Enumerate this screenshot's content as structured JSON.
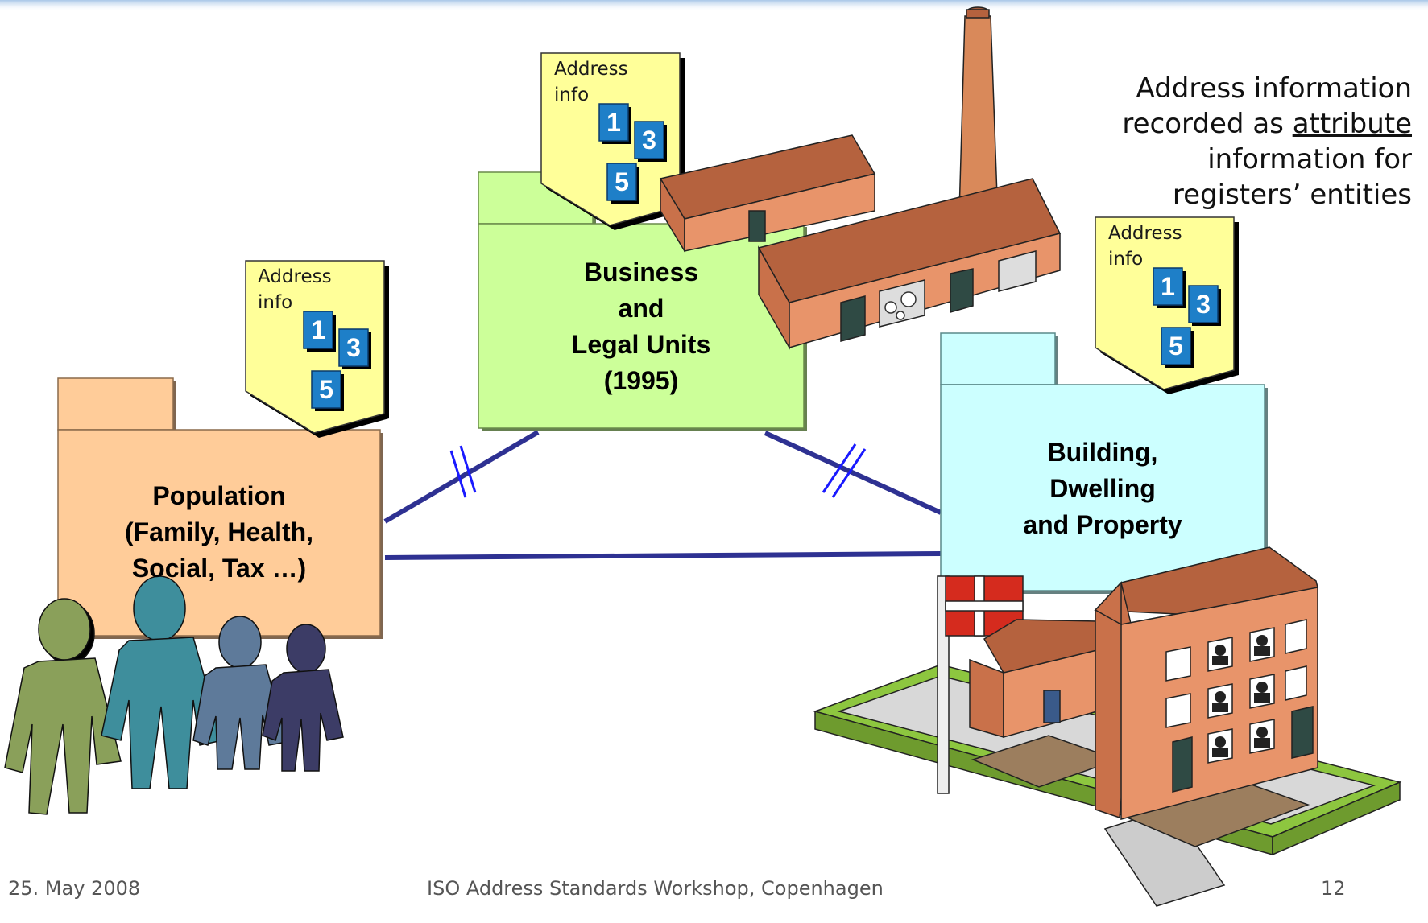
{
  "registers": {
    "population": "Population\n(Family, Health,\nSocial, Tax …)",
    "business": "Business\nand\nLegal Units\n(1995)",
    "building": "Building,\nDwelling\nand Property"
  },
  "address_tag": {
    "line1": "Address",
    "line2": "info",
    "digits": [
      "1",
      "3",
      "5"
    ]
  },
  "note": {
    "line1": "Address information",
    "line2_prefix": "recorded as ",
    "line2_underlined": "attribute",
    "line3": "information for",
    "line4": "registers’ entities"
  },
  "footer": {
    "date": "25. May 2008",
    "event": "ISO Address Standards Workshop, Copenhagen",
    "page": "12"
  },
  "colors": {
    "population_folder": "#FFCC99",
    "business_folder": "#CCFF99",
    "building_folder": "#CCFFFF",
    "address_tag": "#FFFF99",
    "connector": "#2E3192",
    "digit_box": "#1E7FC8",
    "brick": "#E8946A",
    "roof": "#B5623E"
  }
}
